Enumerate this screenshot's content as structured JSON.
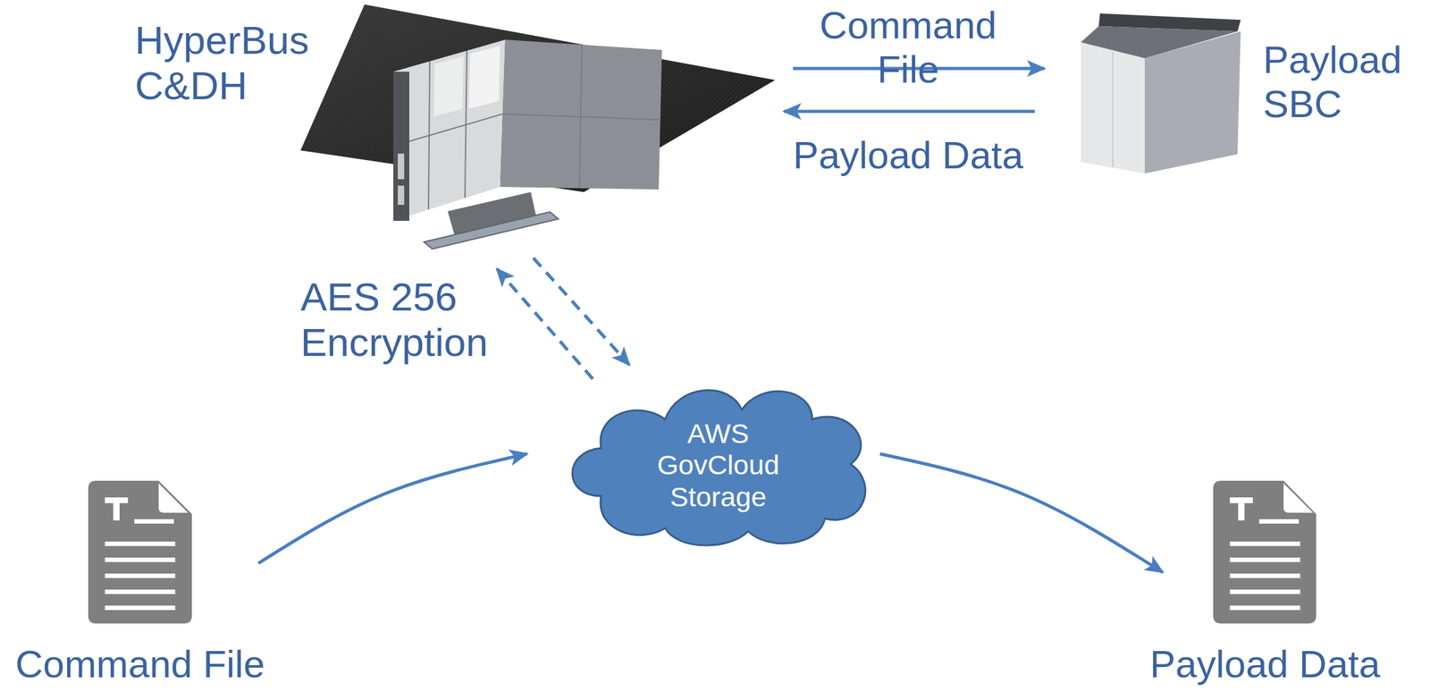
{
  "diagram": {
    "nodes": [
      {
        "text": [
          "HyperBus C&DH"
        ]
      },
      {
        "text": [
          "Payload SBC"
        ]
      },
      {
        "text": [
          "AWS GovCloud Storage"
        ]
      },
      {
        "text": [
          "Command File"
        ]
      },
      {
        "text": [
          "Payload Data"
        ]
      }
    ],
    "edges": [
      {
        "from": 0,
        "to": 1,
        "label": "Command File",
        "arrow": "to"
      },
      {
        "from": 1,
        "to": 0,
        "label": "Payload Data",
        "arrow": "to"
      },
      {
        "from": 0,
        "to": 2,
        "arrow": "to"
      },
      {
        "from": 2,
        "to": 0,
        "arrow": "to"
      },
      {
        "from": 3,
        "to": 2,
        "arrow": "to"
      },
      {
        "from": 2,
        "to": 4,
        "arrow": "to"
      }
    ],
    "labels": [
      "AES 256 Encryption"
    ]
  }
}
